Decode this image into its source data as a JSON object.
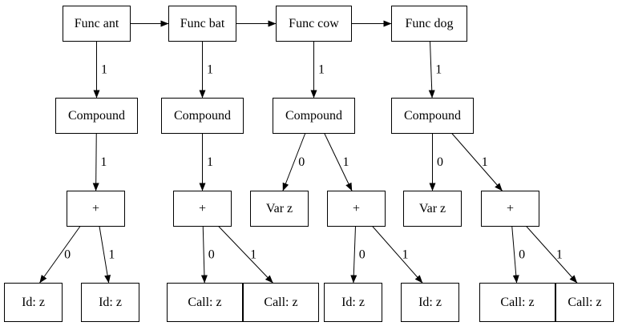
{
  "nodes": [
    {
      "id": "f_ant",
      "label": "Func ant"
    },
    {
      "id": "f_bat",
      "label": "Func bat"
    },
    {
      "id": "f_cow",
      "label": "Func cow"
    },
    {
      "id": "f_dog",
      "label": "Func dog"
    },
    {
      "id": "c_ant",
      "label": "Compound"
    },
    {
      "id": "c_bat",
      "label": "Compound"
    },
    {
      "id": "c_cow",
      "label": "Compound"
    },
    {
      "id": "c_dog",
      "label": "Compound"
    },
    {
      "id": "p_ant",
      "label": "+"
    },
    {
      "id": "p_bat",
      "label": "+"
    },
    {
      "id": "v_cow",
      "label": "Var z"
    },
    {
      "id": "p_cow",
      "label": "+"
    },
    {
      "id": "v_dog",
      "label": "Var z"
    },
    {
      "id": "p_dog",
      "label": "+"
    },
    {
      "id": "l_ant0",
      "label": "Id: z"
    },
    {
      "id": "l_ant1",
      "label": "Id: z"
    },
    {
      "id": "l_bat0",
      "label": "Call: z"
    },
    {
      "id": "l_bat1",
      "label": "Call: z"
    },
    {
      "id": "l_cow0",
      "label": "Id: z"
    },
    {
      "id": "l_cow1",
      "label": "Id: z"
    },
    {
      "id": "l_dog0",
      "label": "Call: z"
    },
    {
      "id": "l_dog1",
      "label": "Call: z"
    }
  ],
  "edges": [
    {
      "from": "f_ant",
      "to": "f_bat",
      "label": ""
    },
    {
      "from": "f_bat",
      "to": "f_cow",
      "label": ""
    },
    {
      "from": "f_cow",
      "to": "f_dog",
      "label": ""
    },
    {
      "from": "f_ant",
      "to": "c_ant",
      "label": "1"
    },
    {
      "from": "f_bat",
      "to": "c_bat",
      "label": "1"
    },
    {
      "from": "f_cow",
      "to": "c_cow",
      "label": "1"
    },
    {
      "from": "f_dog",
      "to": "c_dog",
      "label": "1"
    },
    {
      "from": "c_ant",
      "to": "p_ant",
      "label": "1"
    },
    {
      "from": "c_bat",
      "to": "p_bat",
      "label": "1"
    },
    {
      "from": "c_cow",
      "to": "v_cow",
      "label": "0"
    },
    {
      "from": "c_cow",
      "to": "p_cow",
      "label": "1"
    },
    {
      "from": "c_dog",
      "to": "v_dog",
      "label": "0"
    },
    {
      "from": "c_dog",
      "to": "p_dog",
      "label": "1"
    },
    {
      "from": "p_ant",
      "to": "l_ant0",
      "label": "0"
    },
    {
      "from": "p_ant",
      "to": "l_ant1",
      "label": "1"
    },
    {
      "from": "p_bat",
      "to": "l_bat0",
      "label": "0"
    },
    {
      "from": "p_bat",
      "to": "l_bat1",
      "label": "1"
    },
    {
      "from": "p_cow",
      "to": "l_cow0",
      "label": "0"
    },
    {
      "from": "p_cow",
      "to": "l_cow1",
      "label": "1"
    },
    {
      "from": "p_dog",
      "to": "l_dog0",
      "label": "0"
    },
    {
      "from": "p_dog",
      "to": "l_dog1",
      "label": "1"
    }
  ]
}
